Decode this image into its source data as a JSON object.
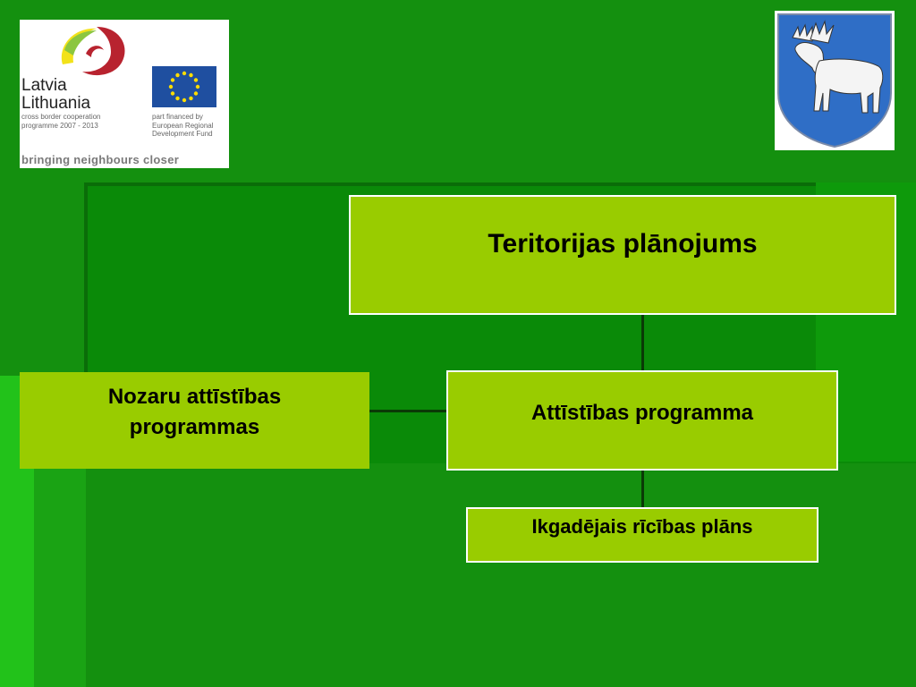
{
  "logo": {
    "name_line1": "Latvia",
    "name_line2": "Lithuania",
    "programme_text": "cross border cooperation programme 2007 - 2013",
    "eu_text": "part financed by European Regional Development Fund",
    "tagline": "bringing neighbours closer"
  },
  "diagram": {
    "top_box": "Teritorijas plānojums",
    "middle_box": "Attīstības programma",
    "left_box": "Nozaru attīstības programmas",
    "bottom_box": "Ikgadējais rīcības plāns"
  },
  "colors": {
    "background": "#14900f",
    "box_fill": "#99cc00",
    "box_border": "#ffffff",
    "connector": "#0a3a06"
  }
}
